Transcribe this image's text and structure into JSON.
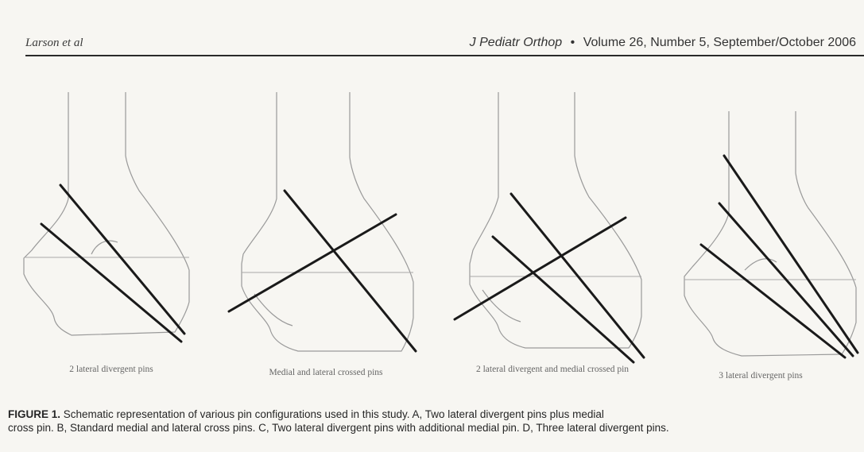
{
  "header": {
    "author": "Larson et al",
    "journal_name": "J Pediatr Orthop",
    "separator": "•",
    "issue": "Volume 26, Number 5, September/October 2006"
  },
  "figure": {
    "panels": [
      {
        "label": "2 lateral divergent pins"
      },
      {
        "label": "Medial and lateral crossed pins"
      },
      {
        "label": "2 lateral divergent and medial crossed pin"
      },
      {
        "label": "3 lateral divergent pins"
      }
    ]
  },
  "caption": {
    "label": "FIGURE 1.",
    "line1": "Schematic representation of various pin configurations used in this study. A, Two lateral divergent pins plus medial",
    "line2": "cross pin. B, Standard medial and lateral cross pins. C, Two lateral divergent pins with additional medial pin. D, Three lateral divergent pins."
  }
}
